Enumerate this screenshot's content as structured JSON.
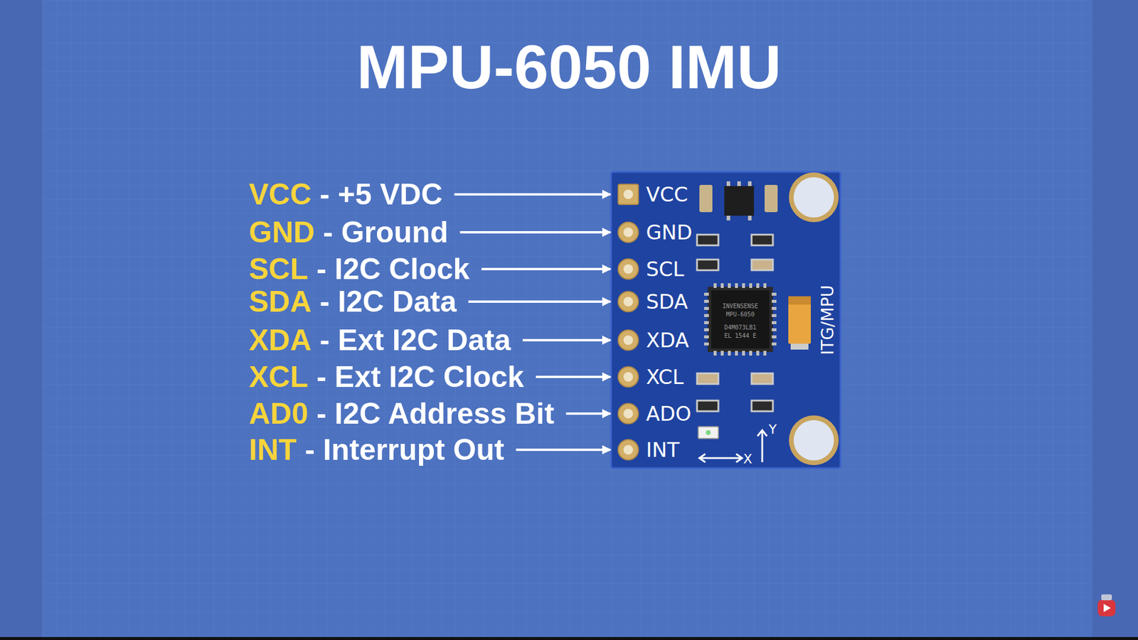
{
  "diagram": {
    "title": "MPU-6050 IMU",
    "labels": [
      "VCC",
      "- +5 VDC",
      "GND",
      "- Ground",
      "SCL",
      "- I2C Clock",
      "SDA",
      "- I2C Data",
      "XDA",
      "- Ext I2C Data",
      "XCL",
      "- Ext I2C Clock",
      "AD0",
      "- I2C Address Bit",
      "INT",
      "- Interrupt Out",
      "VCC",
      "GND",
      "SCL",
      "SDA",
      "XDA",
      "XCL",
      "ADO",
      "INT",
      "INVENSENSE",
      "MPU-6050",
      "D4M073LB1",
      "EL 1544 E",
      "ITG/MPU",
      "X",
      "Y"
    ]
  }
}
